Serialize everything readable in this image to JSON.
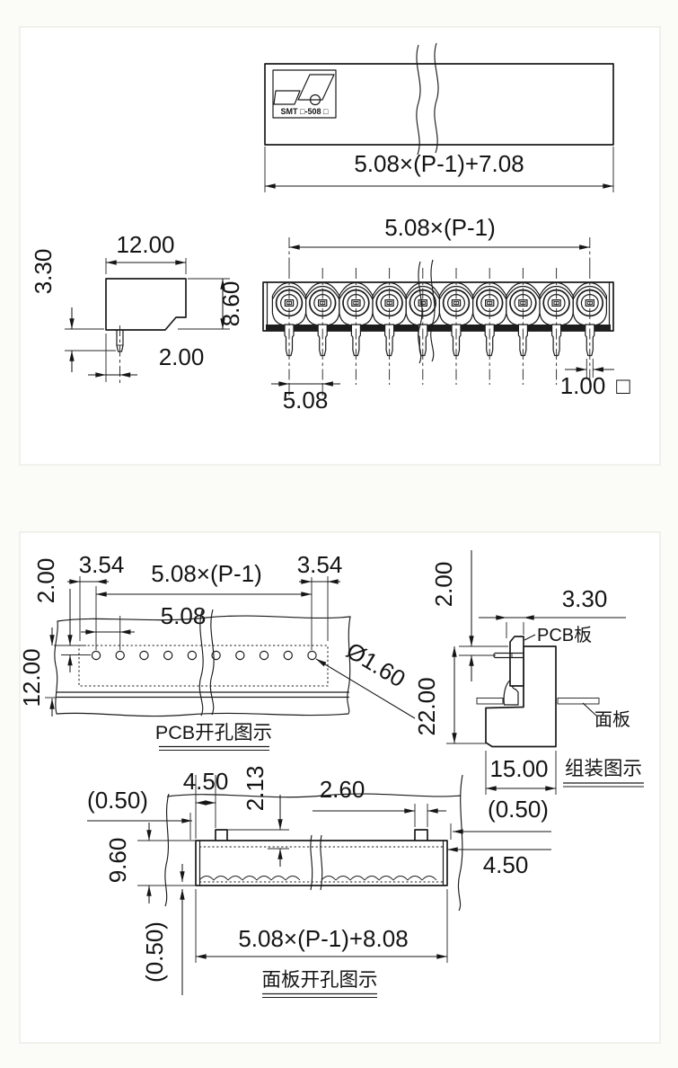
{
  "colors": {
    "page_bg": "#fbfbf8",
    "panel_bg": "#ffffff",
    "panel_border": "#e5e8df",
    "ink": "#1b1b1b"
  },
  "logo": {
    "label": "SMT □-508 □"
  },
  "panel1": {
    "strip_view": {
      "length": "5.08×(P-1)+7.08"
    },
    "side_view": {
      "width": "12.00",
      "pin_length": "3.30",
      "height": "8.60",
      "pin_offset": "2.00"
    },
    "front_view": {
      "span": "5.08×(P-1)",
      "pitch": "5.08",
      "pin_size": "1.00",
      "pin_square": "□",
      "positions": 10
    }
  },
  "panel2": {
    "pcb_view": {
      "margin_left": "3.54",
      "span": "5.08×(P-1)",
      "margin_right": "3.54",
      "row_offset": "2.00",
      "pitch": "5.08",
      "depth": "12.00",
      "hole_dia": "Ø1.60",
      "caption": "PCB开孔图示",
      "holes": 10
    },
    "assembly_view": {
      "pin_offset": "2.00",
      "pcb_thickness": "3.30",
      "height": "22.00",
      "depth": "15.00",
      "pcb_label": "PCB板",
      "panel_label": "面板",
      "caption": "组装图示"
    },
    "cutout_view": {
      "gap_left": "(0.50)",
      "notch_offset": "4.50",
      "notch_depth": "2.13",
      "notch_width": "2.60",
      "slot_height": "9.60",
      "gap_bottom": "(0.50)",
      "gap_right": "(0.50)",
      "edge_offset": "4.50",
      "length": "5.08×(P-1)+8.08",
      "caption": "面板开孔图示"
    }
  }
}
